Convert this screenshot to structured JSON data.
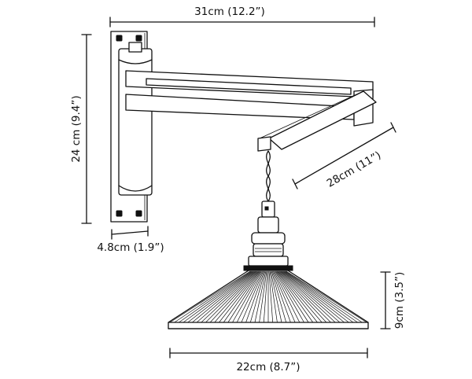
{
  "dimensions": {
    "width_label": "31cm (12.2”)",
    "height_label": "24 cm (9.4”)",
    "arm_label": "28cm (11”)",
    "base_label": "4.8cm (1.9”)",
    "shade_height_label": "9cm (3.5”)",
    "shade_width_label": "22cm (8.7”)"
  }
}
